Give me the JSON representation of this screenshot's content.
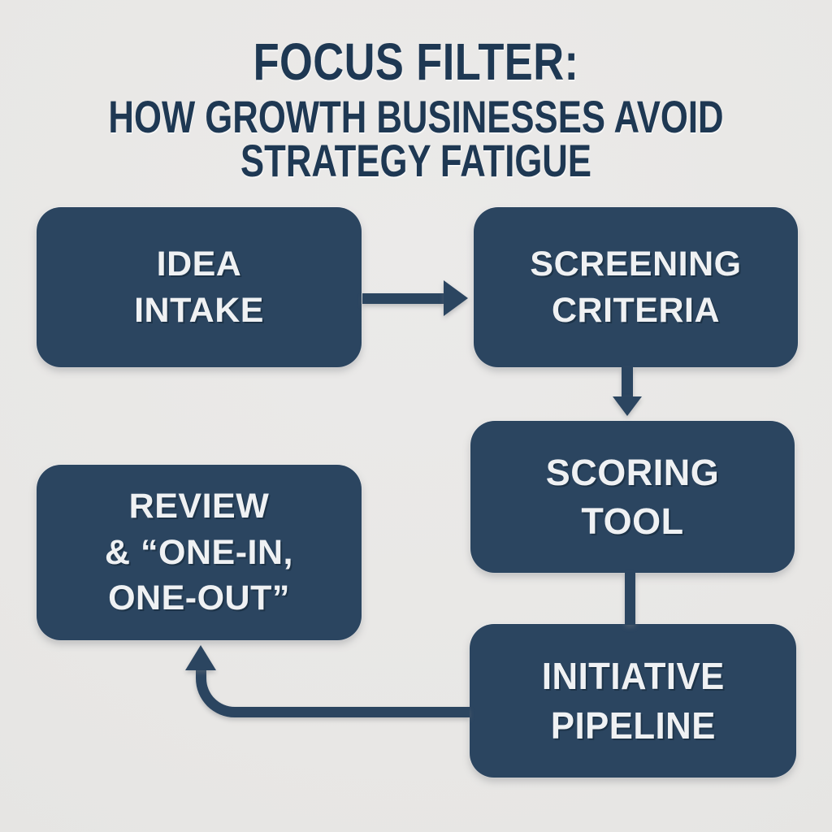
{
  "title": {
    "line1": "FOCUS FILTER:",
    "line2": "HOW GROWTH BUSINESSES AVOID",
    "line3": "STRATEGY FATIGUE"
  },
  "nodes": {
    "idea_intake": {
      "label": "IDEA\nINTAKE"
    },
    "screening_criteria": {
      "label": "SCREENING\nCRITERIA"
    },
    "scoring_tool": {
      "label": "SCORING\nTOOL"
    },
    "initiative_pipeline": {
      "label": "INITIATIVE\nPIPELINE"
    },
    "review_one_in_one_out": {
      "label": "REVIEW\n& “ONE-IN,\nONE-OUT”"
    }
  },
  "flow": [
    {
      "from": "IDEA INTAKE",
      "to": "SCREENING CRITERIA",
      "connector": "right-arrow"
    },
    {
      "from": "SCREENING CRITERIA",
      "to": "SCORING TOOL",
      "connector": "down-arrow"
    },
    {
      "from": "SCORING TOOL",
      "to": "INITIATIVE PIPELINE",
      "connector": "plain-line"
    },
    {
      "from": "INITIATIVE PIPELINE",
      "to": "REVIEW & “ONE-IN, ONE-OUT”",
      "connector": "curved-up-arrow"
    }
  ],
  "colors": {
    "background": "#e9e8e6",
    "box_fill": "#2b4560",
    "title_text": "#1e3853",
    "box_text": "#eff1f3",
    "connector": "#2b4560"
  }
}
